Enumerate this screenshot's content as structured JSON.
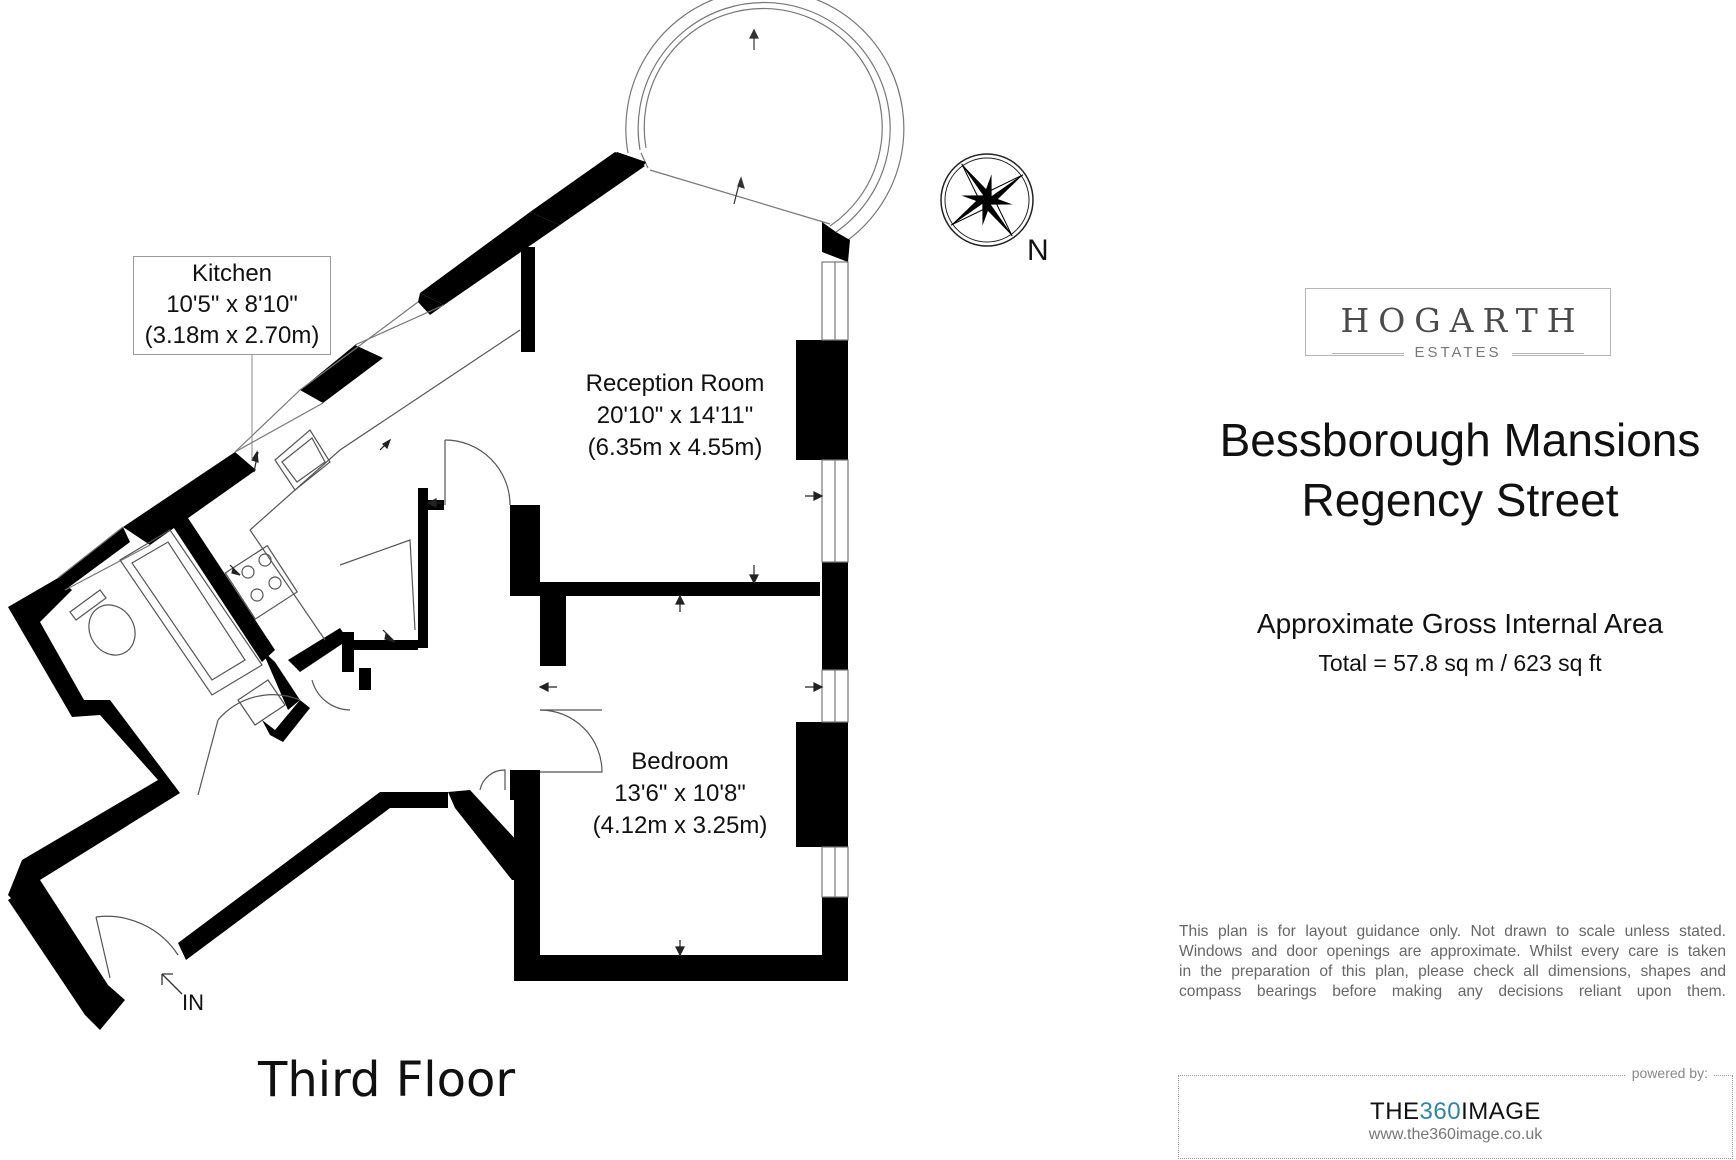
{
  "rooms": {
    "kitchen": {
      "name": "Kitchen",
      "imperial": "10'5\" x 8'10\"",
      "metric": "(3.18m x 2.70m)"
    },
    "reception": {
      "name": "Reception Room",
      "imperial": "20'10\" x 14'11\"",
      "metric": "(6.35m x 4.55m)"
    },
    "bedroom": {
      "name": "Bedroom",
      "imperial": "13'6\" x 10'8\"",
      "metric": "(4.12m x 3.25m)"
    }
  },
  "plan": {
    "floor_title": "Third Floor",
    "entrance_label": "IN",
    "compass_label": "N",
    "wall_color": "#000000"
  },
  "branding": {
    "logo_name": "HOGARTH",
    "logo_sub": "ESTATES",
    "address_line1": "Bessborough Mansions",
    "address_line2": "Regency Street",
    "area_title": "Approximate Gross Internal Area",
    "area_total": "Total = 57.8 sq m / 623 sq ft"
  },
  "disclaimer": {
    "line1": "This plan is for layout guidance only. Not drawn to scale unless stated.",
    "line2": "Windows and door openings are approximate. Whilst every care is taken",
    "line3": "in the preparation of this plan, please check all dimensions, shapes and",
    "line4": "compass bearings before making any decisions reliant upon them."
  },
  "footer": {
    "powered_by": "powered by:",
    "brand_prefix": "THE",
    "brand_accent": "360",
    "brand_suffix": "IMAGE",
    "accent_color": "#2e86a3",
    "url": "www.the360image.co.uk"
  }
}
